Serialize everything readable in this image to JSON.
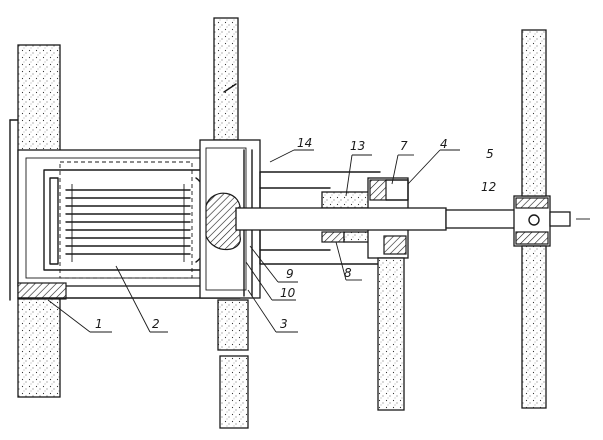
{
  "labels": {
    "l1": "1",
    "l2": "2",
    "l3": "3",
    "l4": "4",
    "l5": "5",
    "l7": "7",
    "l8": "8",
    "l9": "9",
    "l10": "10",
    "l12": "12",
    "l13": "13",
    "l14": "14"
  },
  "colors": {
    "ink": "#1a1a1a",
    "paper": "#ffffff"
  }
}
